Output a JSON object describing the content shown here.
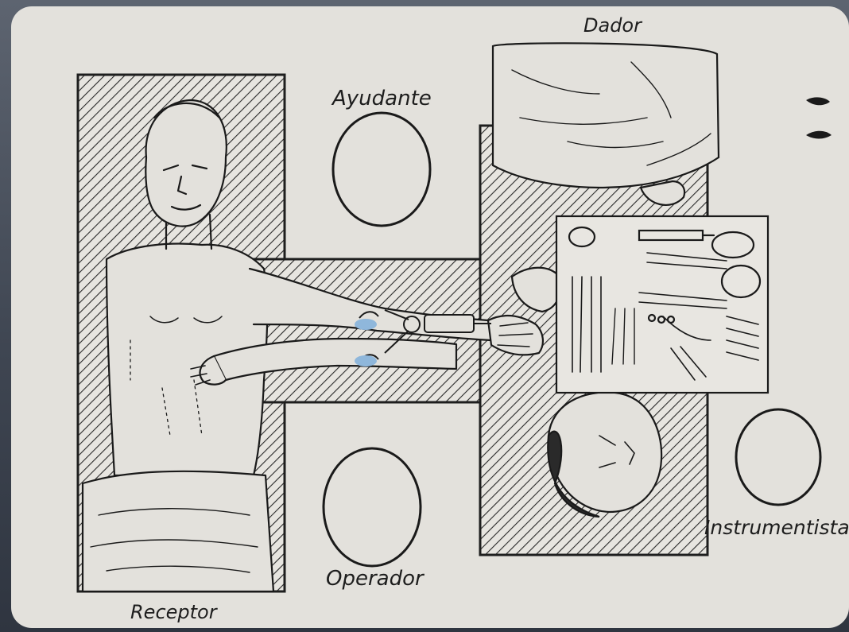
{
  "diagram": {
    "labels": {
      "dador": "Dador",
      "ayudante": "Ayudante",
      "operador": "Operador",
      "instrumentista": "Instrumentista",
      "receptor": "Receptor"
    }
  }
}
